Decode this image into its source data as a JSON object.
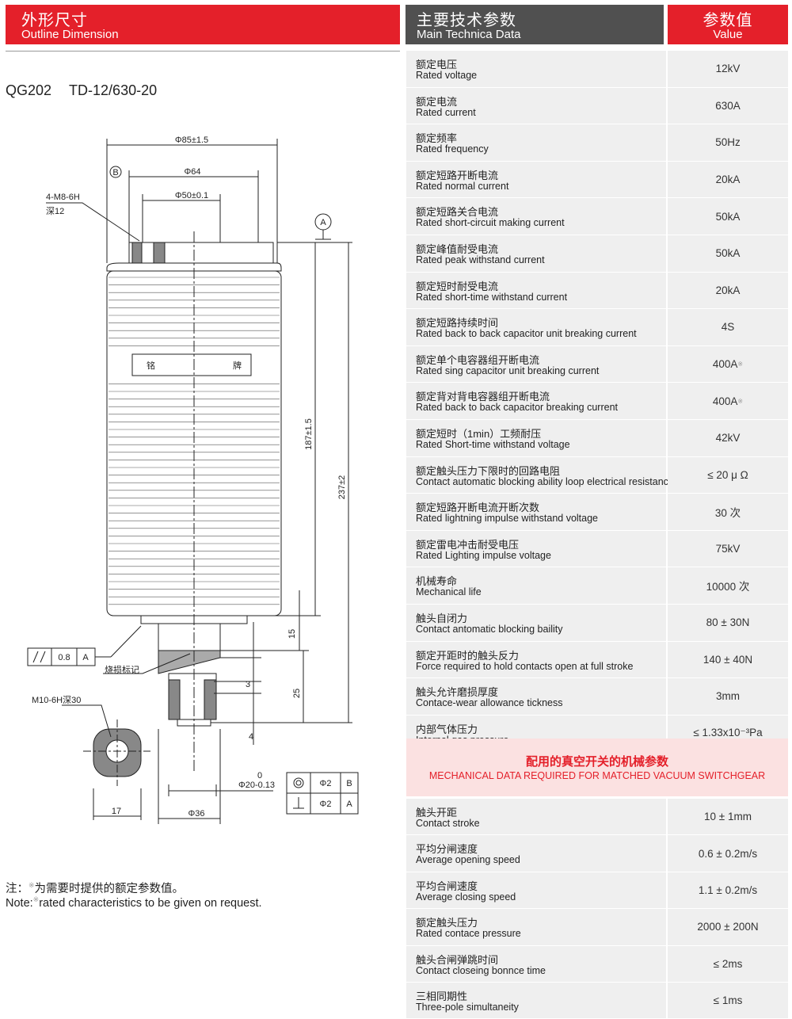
{
  "header": {
    "left_cn": "外形尺寸",
    "left_en": "Outline Dimension",
    "mid_cn": "主要技术参数",
    "mid_en": "Main Technica Data",
    "right_cn": "参数值",
    "right_en": "Value"
  },
  "model": {
    "code": "QG202",
    "type": "TD-12/630-20"
  },
  "drawing": {
    "d85": "Φ85±1.5",
    "d64": "Φ64",
    "d50": "Φ50±0.1",
    "thread_top": "4-M8-6H",
    "depth_top": "深12",
    "datum_a": "A",
    "datum_b": "B",
    "nameplate_left": "铭",
    "nameplate_right": "牌",
    "h187": "187±1.5",
    "h237": "237±2",
    "h15": "15",
    "h3": "3",
    "h25": "25",
    "h4": "4",
    "parallel_value": "0.8",
    "parallel_ref": "A",
    "burn_mark": "烧损标记",
    "thread_bottom": "M10-6H深30",
    "d17": "17",
    "d36": "Φ36",
    "d20_top": "0",
    "d20": "Φ20-0.13",
    "conc_value": "Φ2",
    "conc_ref": "B",
    "perp_value": "Φ2",
    "perp_ref": "A"
  },
  "notes": {
    "cn_prefix": "注：",
    "cn_text": "为需要时提供的额定参数值。",
    "en_prefix": "Note:",
    "en_text": "rated characteristics to be given on request.",
    "mark": "※"
  },
  "specs": [
    {
      "cn": "额定电压",
      "en": "Rated voltage",
      "value": "12kV"
    },
    {
      "cn": "额定电流",
      "en": "Rated current",
      "value": "630A"
    },
    {
      "cn": "额定频率",
      "en": "Rated frequency",
      "value": "50Hz"
    },
    {
      "cn": "额定短路开断电流",
      "en": "Rated normal current",
      "value": "20kA"
    },
    {
      "cn": "额定短路关合电流",
      "en": "Rated short-circuit making current",
      "value": "50kA"
    },
    {
      "cn": "额定峰值耐受电流",
      "en": "Rated peak withstand current",
      "value": "50kA"
    },
    {
      "cn": "额定短时耐受电流",
      "en": "Rated short-time withstand current",
      "value": "20kA"
    },
    {
      "cn": "额定短路持续时间",
      "en": "Rated back to back capacitor unit breaking current",
      "value": "4S"
    },
    {
      "cn": "额定单个电容器组开断电流",
      "en": "Rated sing capacitor unit breaking current",
      "value": "400A",
      "mark": "※"
    },
    {
      "cn": "额定背对背电容器组开断电流",
      "en": "Rated back to back capacitor breaking current",
      "value": "400A",
      "mark": "※"
    },
    {
      "cn": "额定短时（1min）工频耐压",
      "en": "Rated Short-time withstand voltage",
      "value": "42kV"
    },
    {
      "cn": "额定触头压力下限时的回路电阻",
      "en": "Contact automatic blocking ability loop electrical resistance",
      "value": "≤ 20 μ  Ω"
    },
    {
      "cn": "额定短路开断电流开断次数",
      "en": "Rated lightning impulse withstand voltage",
      "value": "30 次"
    },
    {
      "cn": "额定雷电冲击耐受电压",
      "en": "Rated Lighting impulse  voltage",
      "value": "75kV"
    },
    {
      "cn": "机械寿命",
      "en": "Mechanical life",
      "value": "10000 次"
    },
    {
      "cn": "触头自闭力",
      "en": "Contact antomatic blocking baility",
      "value": "80 ± 30N"
    },
    {
      "cn": "额定开距时的触头反力",
      "en": "Force required to hold contacts open at full stroke",
      "value": "140 ± 40N"
    },
    {
      "cn": "触头允许磨损厚度",
      "en": "Contace-wear allowance tickness",
      "value": "3mm"
    },
    {
      "cn": "内部气体压力",
      "en": "Internal gas pressure",
      "value": "≤ 1.33x10⁻³Pa"
    }
  ],
  "banner": {
    "cn": "配用的真空开关的机械参数",
    "en": "MECHANICAL DATA REQUIRED FOR MATCHED VACUUM SWITCHGEAR"
  },
  "mech": [
    {
      "cn": "触头开距",
      "en": "Contact stroke",
      "value": "10 ± 1mm"
    },
    {
      "cn": "平均分闸速度",
      "en": "Average opening speed",
      "value": "0.6 ± 0.2m/s"
    },
    {
      "cn": "平均合闸速度",
      "en": "Average closing speed",
      "value": "1.1 ± 0.2m/s"
    },
    {
      "cn": "额定触头压力",
      "en": "Rated contace pressure",
      "value": "2000 ± 200N"
    },
    {
      "cn": "触头合闸弹跳时间",
      "en": "Contact closeing bonnce time",
      "value": "≤ 2ms"
    },
    {
      "cn": "三相同期性",
      "en": "Three-pole simultaneity",
      "value": "≤ 1ms"
    }
  ],
  "colors": {
    "accent": "#e4202a",
    "dark": "#505050",
    "cell": "#efefef",
    "banner_bg": "#fbe1e1"
  }
}
